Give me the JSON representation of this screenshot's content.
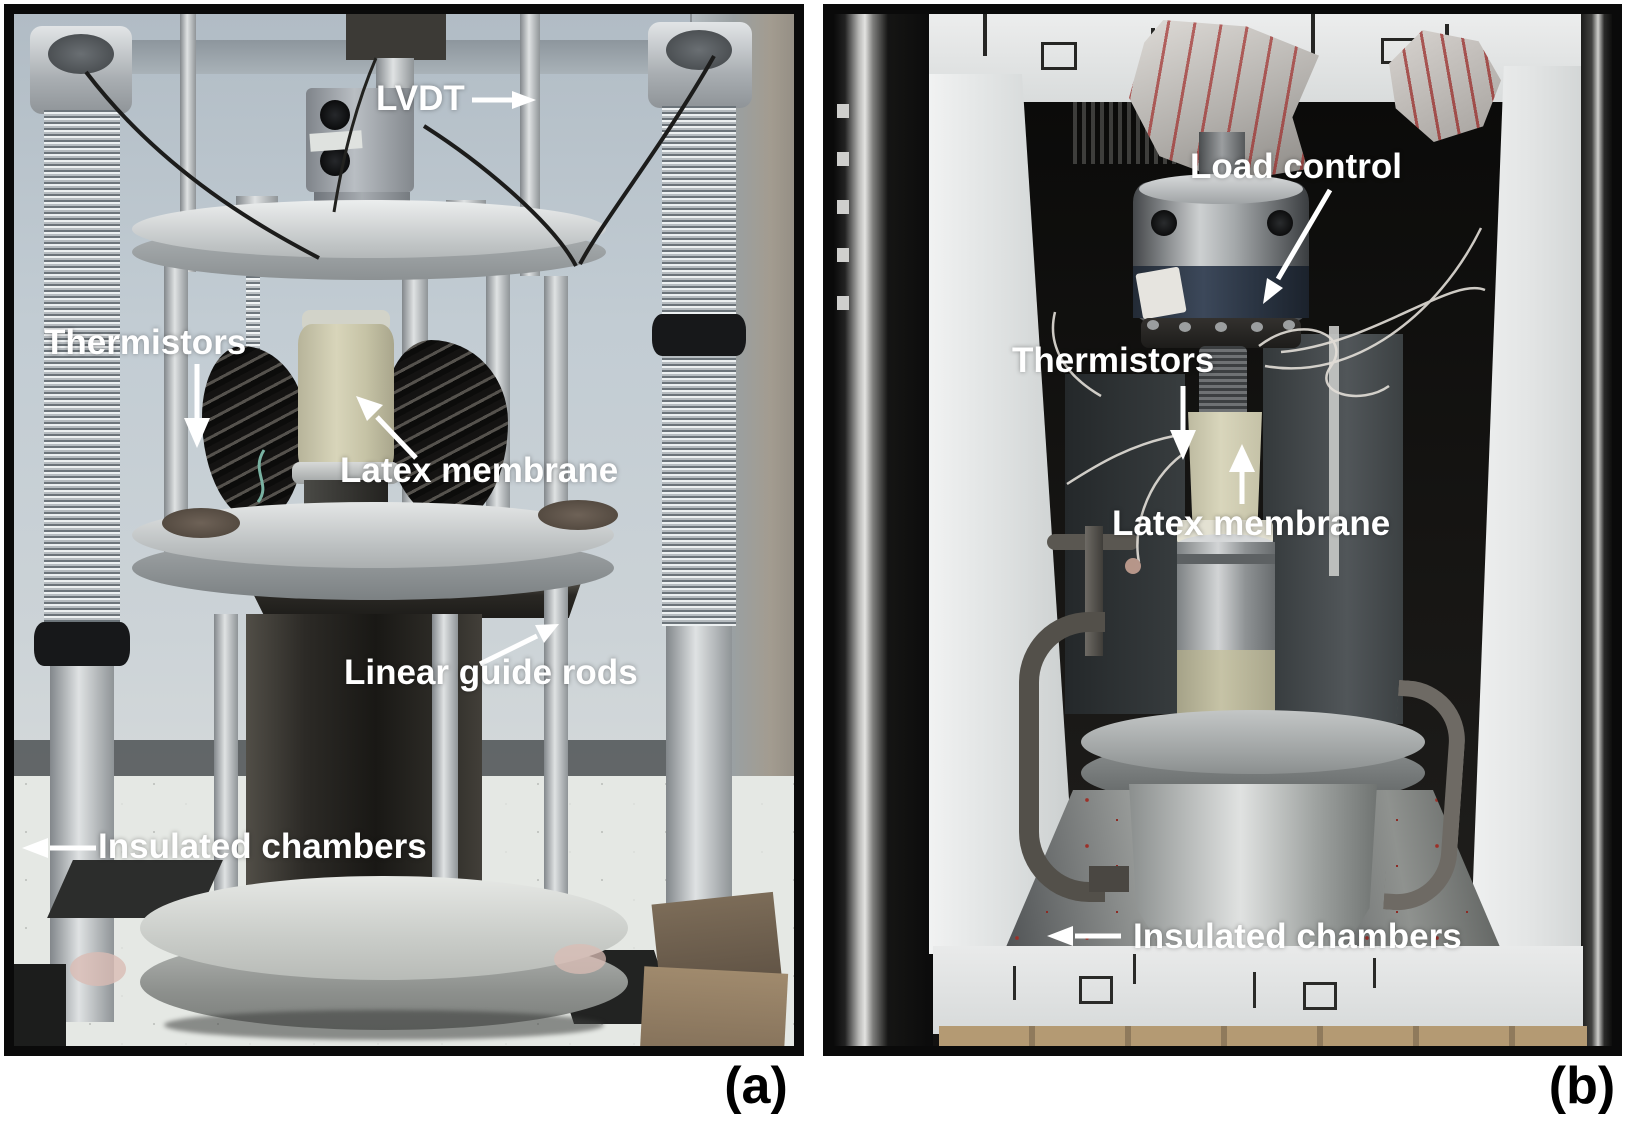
{
  "panels": [
    {
      "caption": "(a)",
      "labels": {
        "lvdt": "LVDT",
        "thermistors": "Thermistors",
        "latex_membrane": "Latex membrane",
        "linear_guide_rods": "Linear guide rods",
        "insulated_chambers": "Insulated chambers"
      }
    },
    {
      "caption": "(b)",
      "labels": {
        "load_control": "Load control",
        "thermistors": "Thermistors",
        "latex_membrane": "Latex membrane",
        "insulated_chambers": "Insulated chambers"
      }
    }
  ],
  "style": {
    "annotation_text_color": "#ffffff",
    "caption_text_color": "#000000",
    "panel_border_color": "#000000",
    "background_color": "#ffffff"
  }
}
